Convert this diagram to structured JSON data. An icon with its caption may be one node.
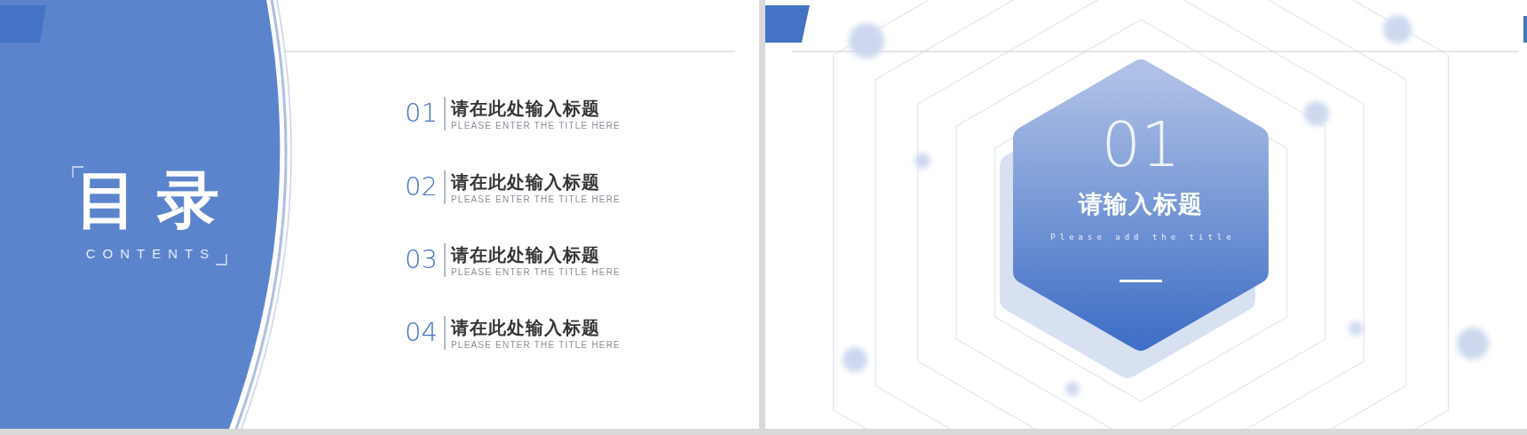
{
  "diagram": {
    "nodes": [
      {
        "text": [
          "01",
          "请输入标题",
          "Please add the title"
        ]
      }
    ],
    "labels": [
      "目录",
      "CONTENTS",
      "01",
      "请在此处输入标题",
      "PLEASE ENTER THE TITLE HERE",
      "02",
      "请在此处输入标题",
      "PLEASE ENTER THE TITLE HERE",
      "03",
      "请在此处输入标题",
      "PLEASE ENTER THE TITLE HERE",
      "04",
      "请在此处输入标题",
      "PLEASE ENTER THE TITLE HERE"
    ]
  }
}
